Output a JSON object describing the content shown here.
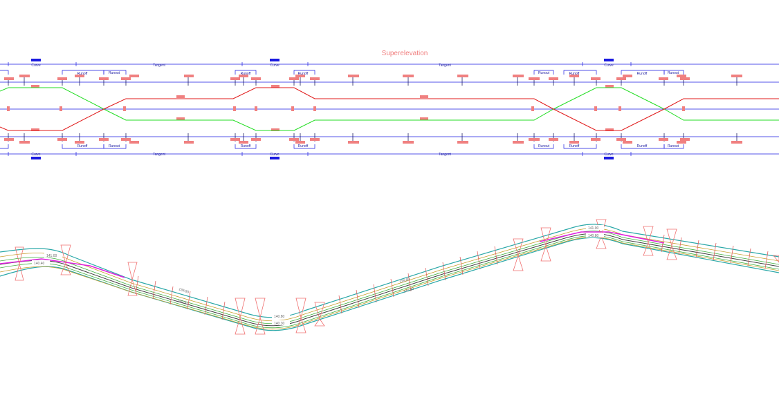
{
  "title": "Superelevation",
  "labels": {
    "curve": "Curve",
    "tangent": "Tangent",
    "runoff": "Runoff",
    "runout": "Runout"
  },
  "plan_labels": {
    "a1": "141.00",
    "a2": "140.40",
    "b1": "139.80",
    "b2": "140.30",
    "c1": "140.80",
    "c2": "140.30",
    "d1": "139.80",
    "d2": "140.30",
    "e1": "141.00",
    "e2": "140.80"
  },
  "colors": {
    "blue": "#1a1ae0",
    "red": "#e01818",
    "green": "#22dd22",
    "pink": "#f08080",
    "magenta": "#e020e0",
    "teal": "#2aa8a8",
    "gray": "#707070"
  }
}
